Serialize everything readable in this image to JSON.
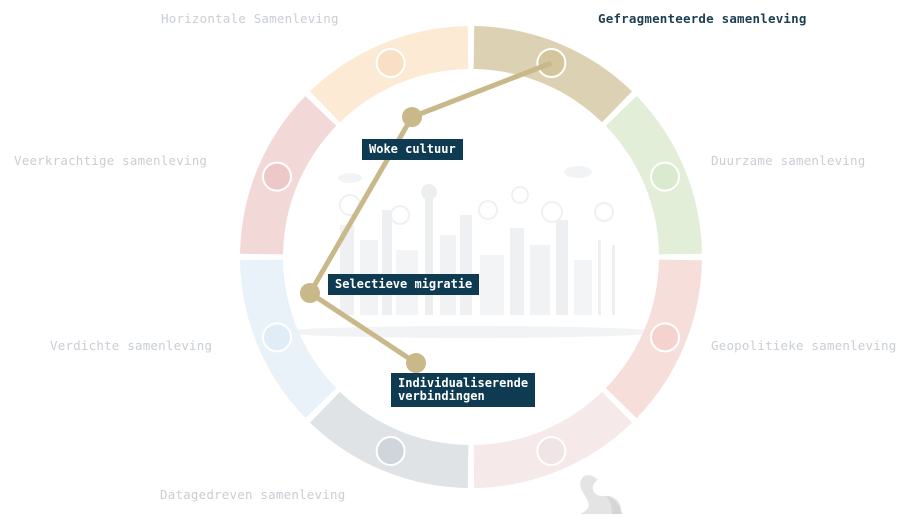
{
  "segments": [
    {
      "label": "Gefragmenteerde samenleving",
      "active": true,
      "color": "#dcd2b3"
    },
    {
      "label": "Duurzame samenleving",
      "active": false,
      "color": "#e3eed9"
    },
    {
      "label": "Geopolitieke samenleving",
      "active": false,
      "color": "#f6dfdb"
    },
    {
      "label": "",
      "active": false,
      "color": "#f5e9ea"
    },
    {
      "label": "Datagedreven samenleving",
      "active": false,
      "color": "#dfe3e6"
    },
    {
      "label": "Verdichte samenleving",
      "active": false,
      "color": "#e9f2f9"
    },
    {
      "label": "Veerkrachtige samenleving",
      "active": false,
      "color": "#f2d9d8"
    },
    {
      "label": "Horizontale Samenleving",
      "active": false,
      "color": "#fcead5"
    }
  ],
  "trend_tags": {
    "woke": "Woke cultuur",
    "migratie": "Selectieve migratie",
    "verbindingen_1": "Individualiserende",
    "verbindingen_2": "verbindingen"
  },
  "colors": {
    "path": "#c9b98a",
    "tag_bg": "#0f3b52",
    "label_active": "#1d3f52",
    "label_inactive": "#c9ced4"
  },
  "icons": [
    "city-skyline-illustration",
    "swan-logo-icon"
  ]
}
